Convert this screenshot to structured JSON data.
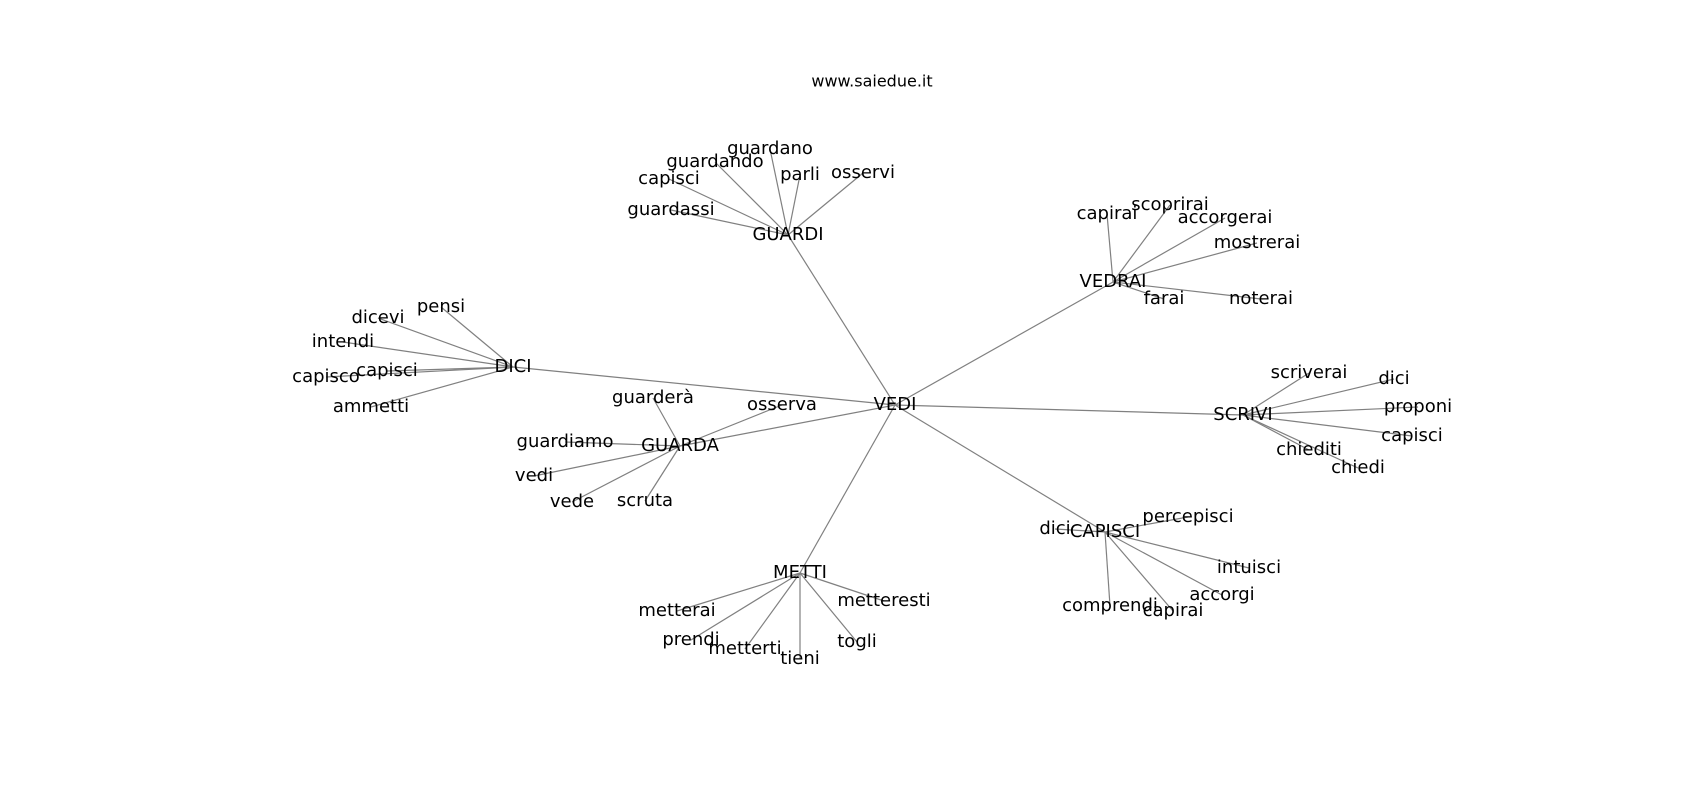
{
  "title": "www.saiedue.it",
  "colors": {
    "edge": "#808080",
    "text": "#000000",
    "background": "#ffffff"
  },
  "root": "VEDI",
  "hubs": [
    {
      "id": "GUARDI",
      "label": "GUARDI",
      "children": [
        "guardano",
        "guardando",
        "capisci",
        "parli",
        "osservi",
        "guardassi"
      ]
    },
    {
      "id": "VEDRAI",
      "label": "VEDRAI",
      "children": [
        "capirai",
        "scoprirai",
        "accorgerai",
        "mostrerai",
        "farai",
        "noterai"
      ]
    },
    {
      "id": "DICI",
      "label": "DICI",
      "children": [
        "pensi",
        "dicevi",
        "intendi",
        "capisci",
        "capisco",
        "ammetti"
      ]
    },
    {
      "id": "SCRIVI",
      "label": "SCRIVI",
      "children": [
        "scriverai",
        "dici",
        "proponi",
        "capisci",
        "chiediti",
        "chiedi"
      ]
    },
    {
      "id": "GUARDA",
      "label": "GUARDA",
      "children": [
        "guarderà",
        "osserva",
        "guardiamo",
        "vedi",
        "vede",
        "scruta"
      ]
    },
    {
      "id": "CAPISCI",
      "label": "CAPISCI",
      "children": [
        "dici",
        "percepisci",
        "intuisci",
        "accorgi",
        "comprendi",
        "capirai"
      ]
    },
    {
      "id": "METTI",
      "label": "METTI",
      "children": [
        "metterai",
        "metteresti",
        "prendi",
        "metterti",
        "tieni",
        "togli"
      ]
    }
  ]
}
